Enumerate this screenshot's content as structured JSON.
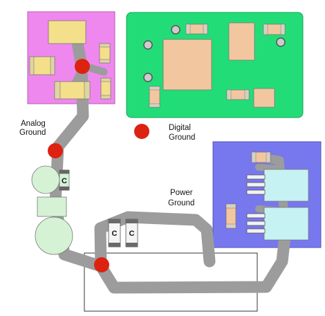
{
  "labels": {
    "analog_line1": "Analog",
    "analog_line2": "Ground",
    "digital_line1": "Digital",
    "digital_line2": "Ground",
    "power_line1": "Power",
    "power_line2": "Ground",
    "cap1": "C",
    "cap2": "C",
    "cap3": "C"
  },
  "colors": {
    "analog_board": "#ee88ee",
    "digital_board": "#22dd77",
    "power_board": "#7777ee",
    "trace": "#9c9c9c",
    "ground_dot": "#dd2211",
    "component_yellow": "#f4e08a",
    "component_tan": "#f2c7a0",
    "component_green_light": "#d5f2d5",
    "component_cyan": "#c6f2f4"
  }
}
